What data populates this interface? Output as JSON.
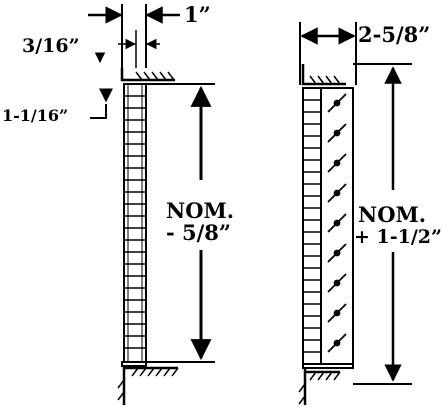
{
  "left_detail": {
    "width_label": "1”",
    "lip_label": "3/16”",
    "offset_label": "1-1/16”",
    "nom_label": "NOM.",
    "nom_adjust": "- 5/8”"
  },
  "right_detail": {
    "width_label": "2-5/8”",
    "nom_label": "NOM.",
    "nom_adjust": "+ 1-1/2”"
  }
}
